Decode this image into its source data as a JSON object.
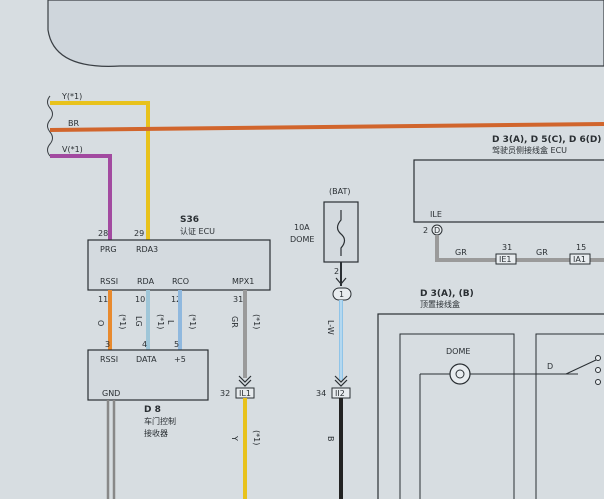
{
  "wire_labels": {
    "y1": "Y(*1)",
    "br": "BR",
    "v1": "V(*1)",
    "o1": "O",
    "o1_note": "(*1)",
    "lg1": "LG",
    "lg1_note": "(*1)",
    "l1": "L",
    "l1_note": "(*1)",
    "gr1": "GR",
    "gr1_note": "(*1)",
    "y_bottom": "Y",
    "y_bottom_note": "(*1)",
    "lw": "L-W",
    "b": "B",
    "gr_a": "GR",
    "gr_b": "GR"
  },
  "s36": {
    "title": "S36",
    "subtitle": "认证 ECU",
    "pin_29a": "28",
    "pin_29b": "29",
    "prg": "PRG",
    "rda3": "RDA3",
    "rssi": "RSSI",
    "rda": "RDA",
    "rco": "RCO",
    "mpx1": "MPX1",
    "pin_11": "11",
    "pin_10": "10",
    "pin_12": "12",
    "pin_31": "31"
  },
  "d8": {
    "title": "D 8",
    "subtitle1": "车门控制",
    "subtitle2": "接收器",
    "rssi": "RSSI",
    "data": "DATA",
    "plus5": "+5",
    "gnd": "GND",
    "pin_3": "3",
    "pin_4": "4",
    "pin_5": "5"
  },
  "bat": {
    "label": "(BAT)",
    "fuse": "10A",
    "fuse_name": "DOME",
    "pin_2": "2",
    "connector": "1"
  },
  "connectors": {
    "il1_pin": "32",
    "il1": "IL1",
    "ii2_pin": "34",
    "ii2": "II2",
    "ie1_pin": "31",
    "ie1": "IE1",
    "ia1_pin": "15",
    "ia1": "IA1"
  },
  "ecu_right": {
    "title": "D 3(A), D 5(C), D 6(D)",
    "subtitle": "驾驶员侧接线盒 ECU",
    "ile": "ILE",
    "pin_2": "2",
    "pin_d": "D"
  },
  "junction": {
    "title": "D 3(A), (B)",
    "subtitle": "顶置接线盒",
    "dome": "DOME",
    "d": "D"
  },
  "colors": {
    "yellow": "#e8c21c",
    "brown": "#d1652c",
    "violet": "#a24aa0",
    "orange": "#e88a2e",
    "light_green": "#9fc6d8",
    "blue": "#8fb8de",
    "gray": "#9a9a9a",
    "black": "#222222"
  }
}
